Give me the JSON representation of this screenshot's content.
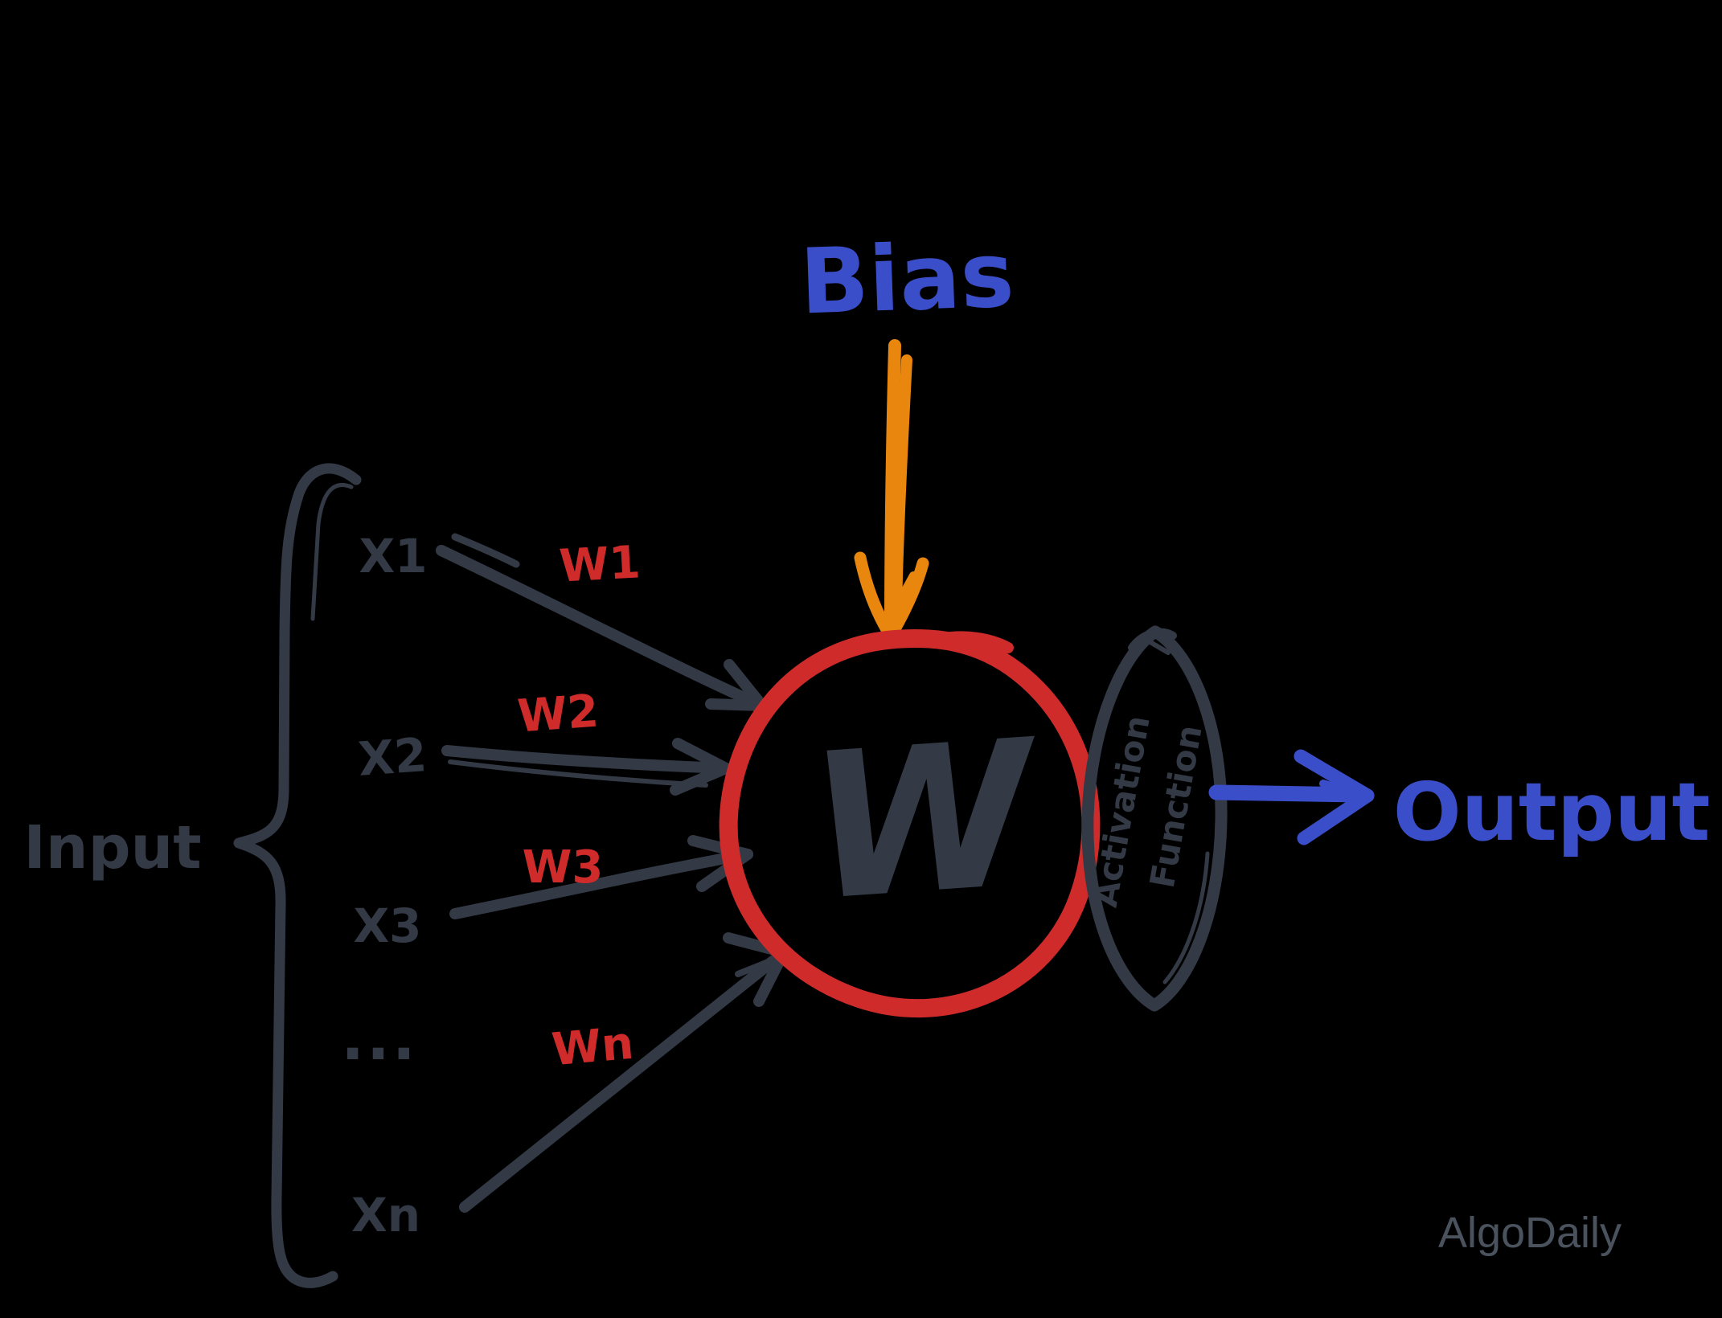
{
  "colors": {
    "background": "#000000",
    "ink": "#333a46",
    "red": "#cf2b2b",
    "orange": "#e8860e",
    "blue": "#3b4ec9",
    "watermark": "#4a525e"
  },
  "diagram": {
    "input_label": "Input",
    "bias_label": "Bias",
    "output_label": "Output",
    "neuron_label": "W",
    "activation_line1": "Activation",
    "activation_line2": "Function",
    "inputs": [
      "X1",
      "X2",
      "X3",
      "...",
      "Xn"
    ],
    "weights": [
      "W1",
      "W2",
      "W3",
      "Wn"
    ],
    "watermark": "AlgoDaily"
  }
}
